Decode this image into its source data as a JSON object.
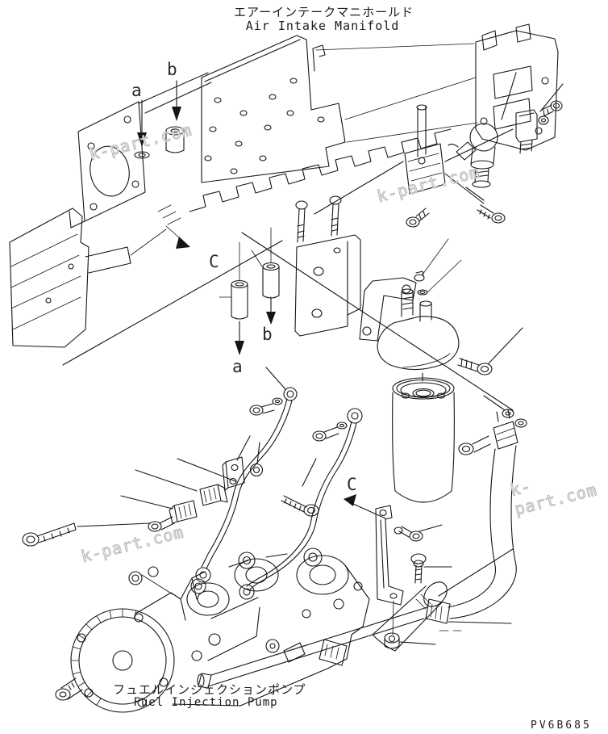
{
  "diagram": {
    "header": {
      "title_ja": "エアーインテークマニホールド",
      "title_en": "Air Intake Manifold"
    },
    "footer": {
      "title_ja": "フュエルインジェクションポンプ",
      "title_en": "Fuel Injection Pump",
      "drawing_code": "PV6B685"
    },
    "watermark_text": "k-part.com",
    "section_labels": {
      "a_upper": "a",
      "b_upper": "b",
      "c_upper": "C",
      "b_mid": "b",
      "a_mid": "a",
      "c_lower": "C"
    },
    "colors": {
      "background": "#ffffff",
      "line": "#161616",
      "watermark": "#c4c4c4"
    }
  }
}
